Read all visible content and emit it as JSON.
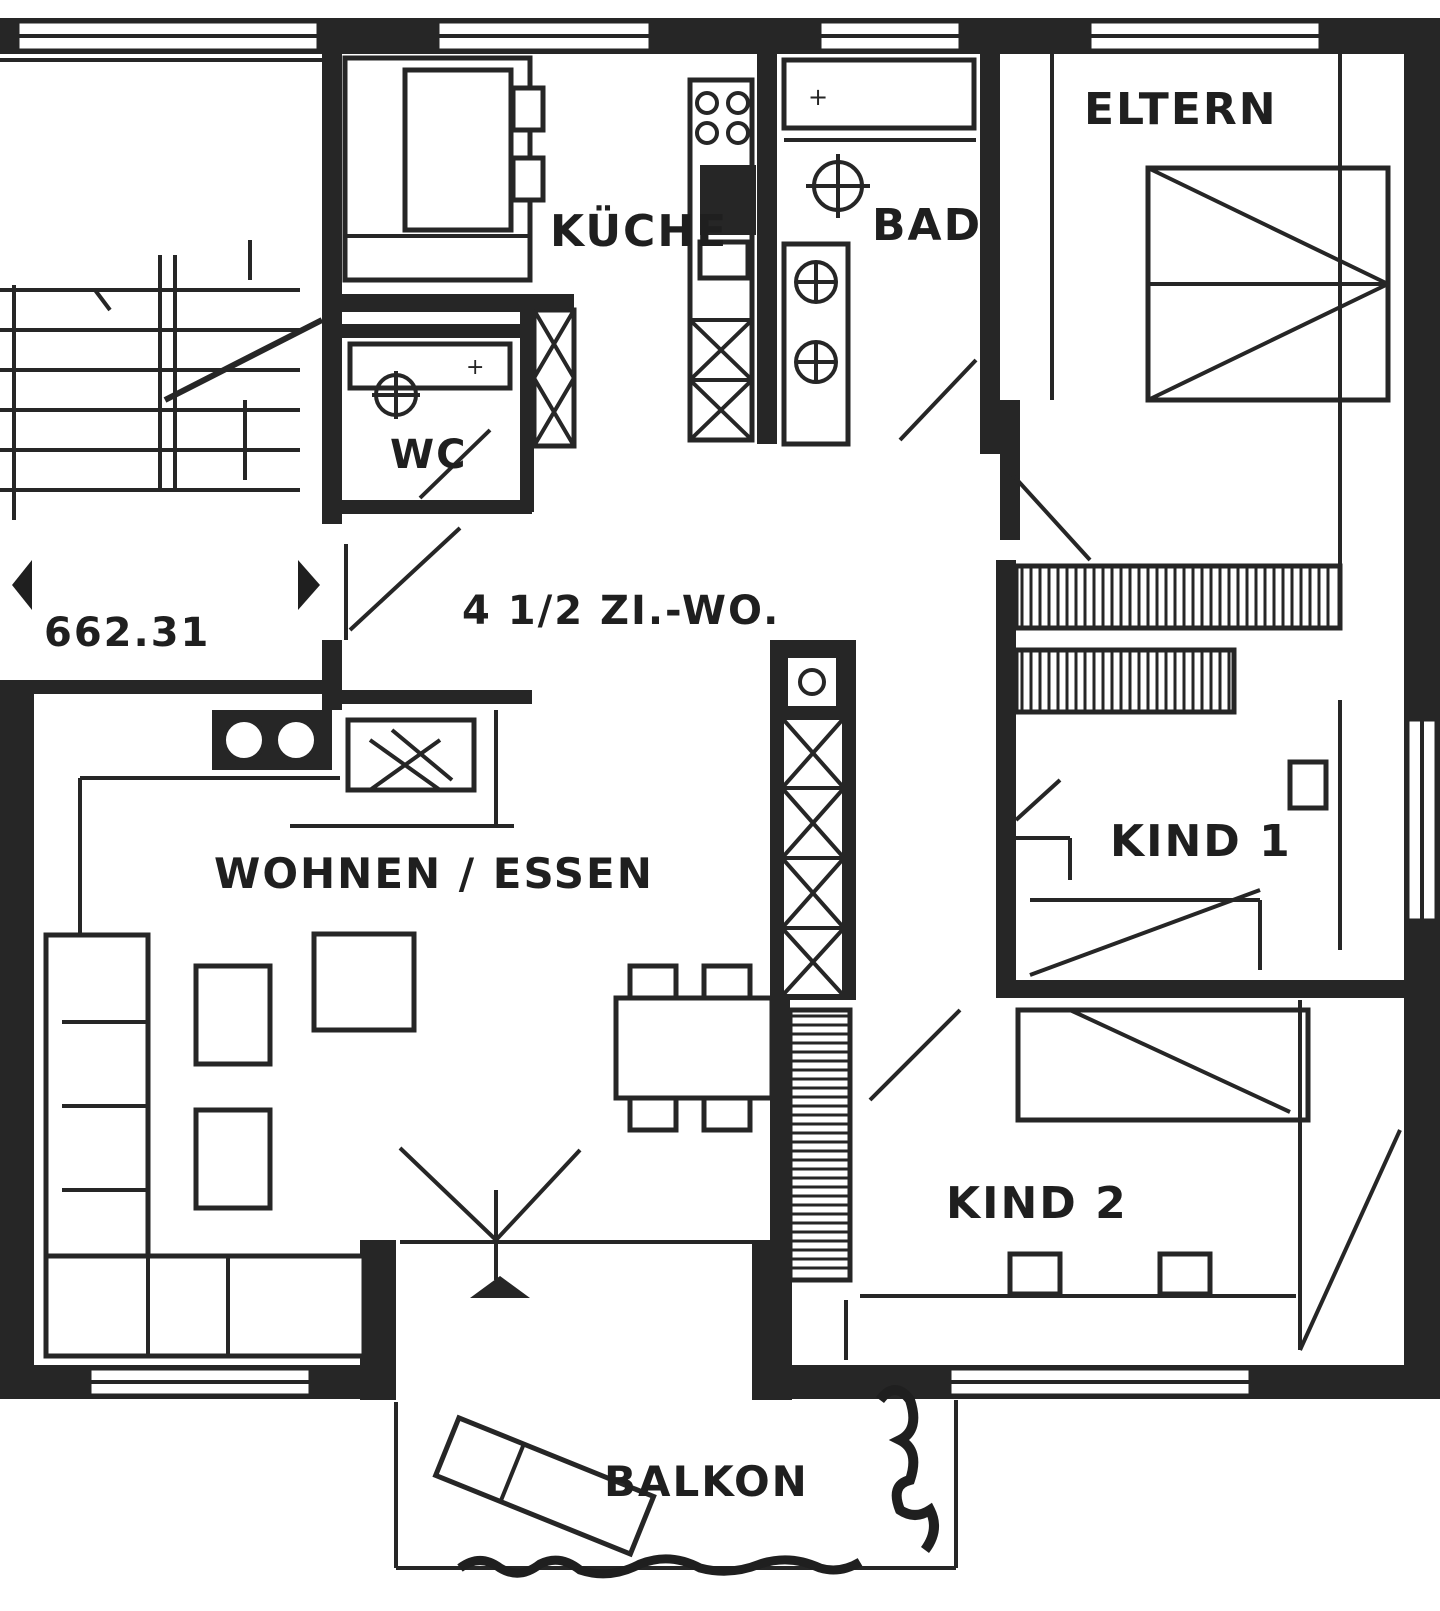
{
  "plan": {
    "apartment_label": "4 1/2 ZI.-WO.",
    "level_marker": "662.31",
    "rooms": {
      "kueche": "KÜCHE",
      "bad": "BAD",
      "eltern": "ELTERN",
      "wc": "WC",
      "wohnen_essen": "WOHNEN / ESSEN",
      "kind1": "KIND 1",
      "kind2": "KIND 2",
      "balkon": "BALKON"
    }
  }
}
